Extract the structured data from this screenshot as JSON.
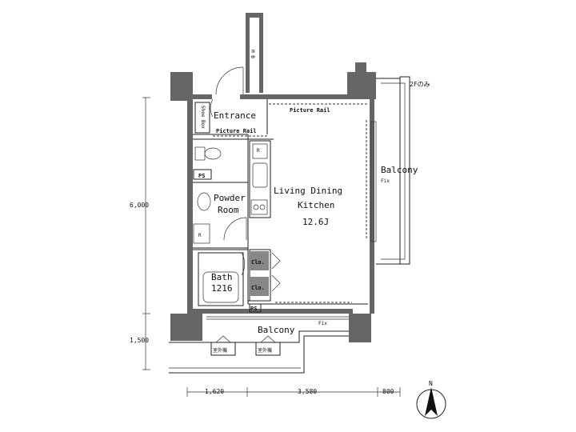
{
  "rooms": {
    "entrance": "Entrance",
    "picture_rail_top": "Picture Rail",
    "picture_rail_entrance": "Picture Rail",
    "powder_room_line1": "Powder",
    "powder_room_line2": "Room",
    "bath_line1": "Bath",
    "bath_line2": "1216",
    "ldk_line1": "Living Dining",
    "ldk_line2": "Kitchen",
    "ldk_area": "12.6J",
    "balcony_east": "Balcony",
    "balcony_south": "Balcony"
  },
  "fixtures": {
    "shoe_box": "Shoe Box",
    "ps_1": "PS",
    "ps_2": "PS",
    "clo_1": "Clo.",
    "clo_2": "Clo.",
    "mb": "M B",
    "r_1": "R",
    "r_2": "R",
    "fix_1": "Fix",
    "fix_2": "Fix",
    "rc_1": "室外機",
    "rc_2": "室外機",
    "upper_floor_note": "2Fのみ"
  },
  "dimensions": {
    "v_main": "6,000",
    "v_balcony": "1,500",
    "h_1": "1,620",
    "h_2": "3,580",
    "h_3": "800"
  },
  "compass": {
    "label": "N"
  }
}
